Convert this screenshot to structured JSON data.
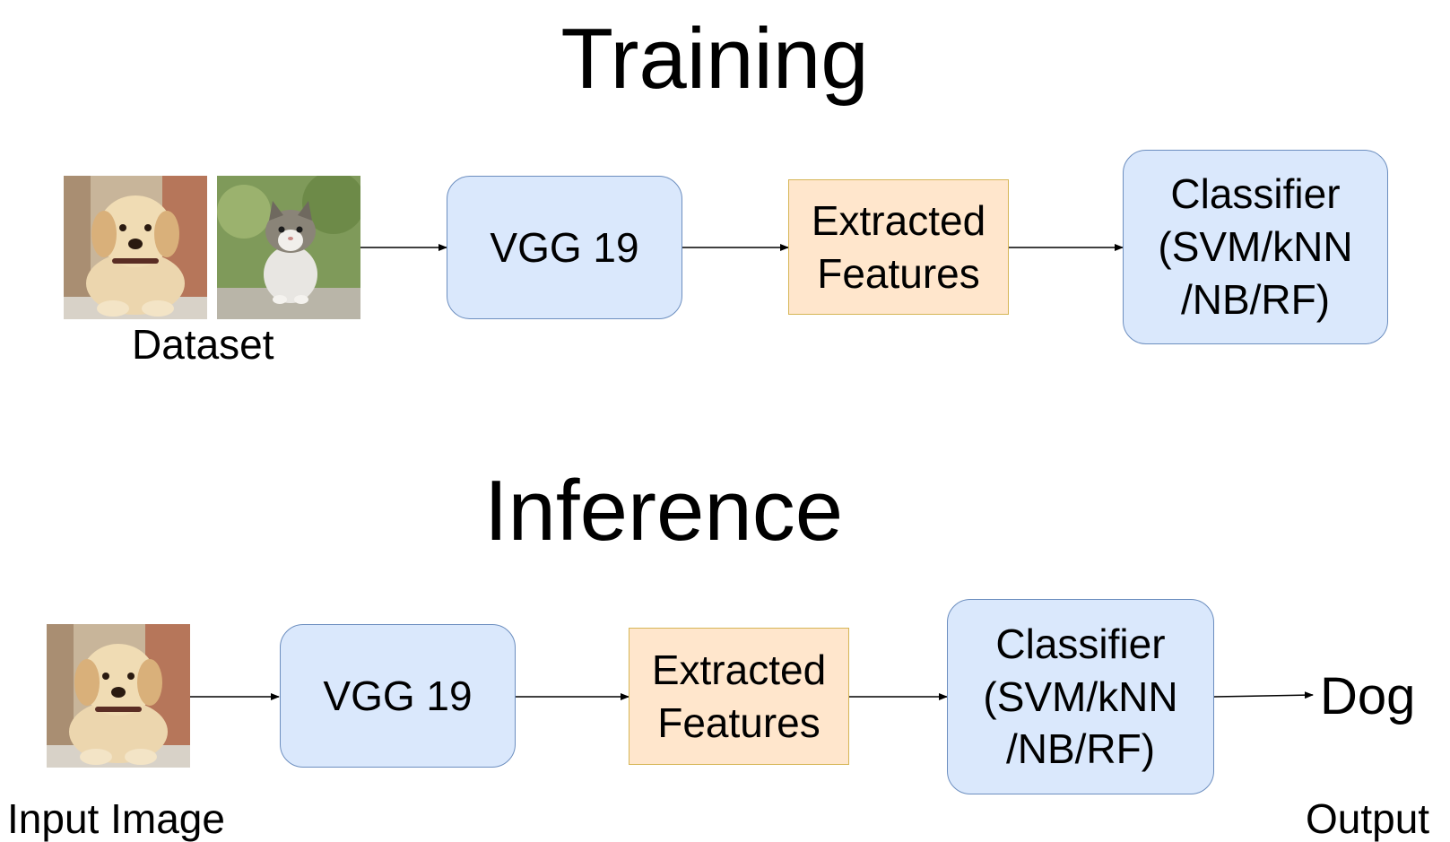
{
  "training": {
    "title": "Training",
    "dataset_label": "Dataset",
    "vgg_label": "VGG 19",
    "features_label": "Extracted\nFeatures",
    "classifier_label": "Classifier\n(SVM/kNN\n/NB/RF)"
  },
  "inference": {
    "title": "Inference",
    "input_label": "Input Image",
    "vgg_label": "VGG 19",
    "features_label": "Extracted\nFeatures",
    "classifier_label": "Classifier\n(SVM/kNN\n/NB/RF)",
    "result": "Dog",
    "output_label": "Output"
  },
  "colors": {
    "process_fill": "#dae8fc",
    "process_stroke": "#6c8ebf",
    "features_fill": "#ffe6cc",
    "features_stroke": "#d6b656",
    "arrow": "#000000"
  },
  "images": [
    "dog-photo",
    "cat-photo",
    "dog-photo"
  ]
}
